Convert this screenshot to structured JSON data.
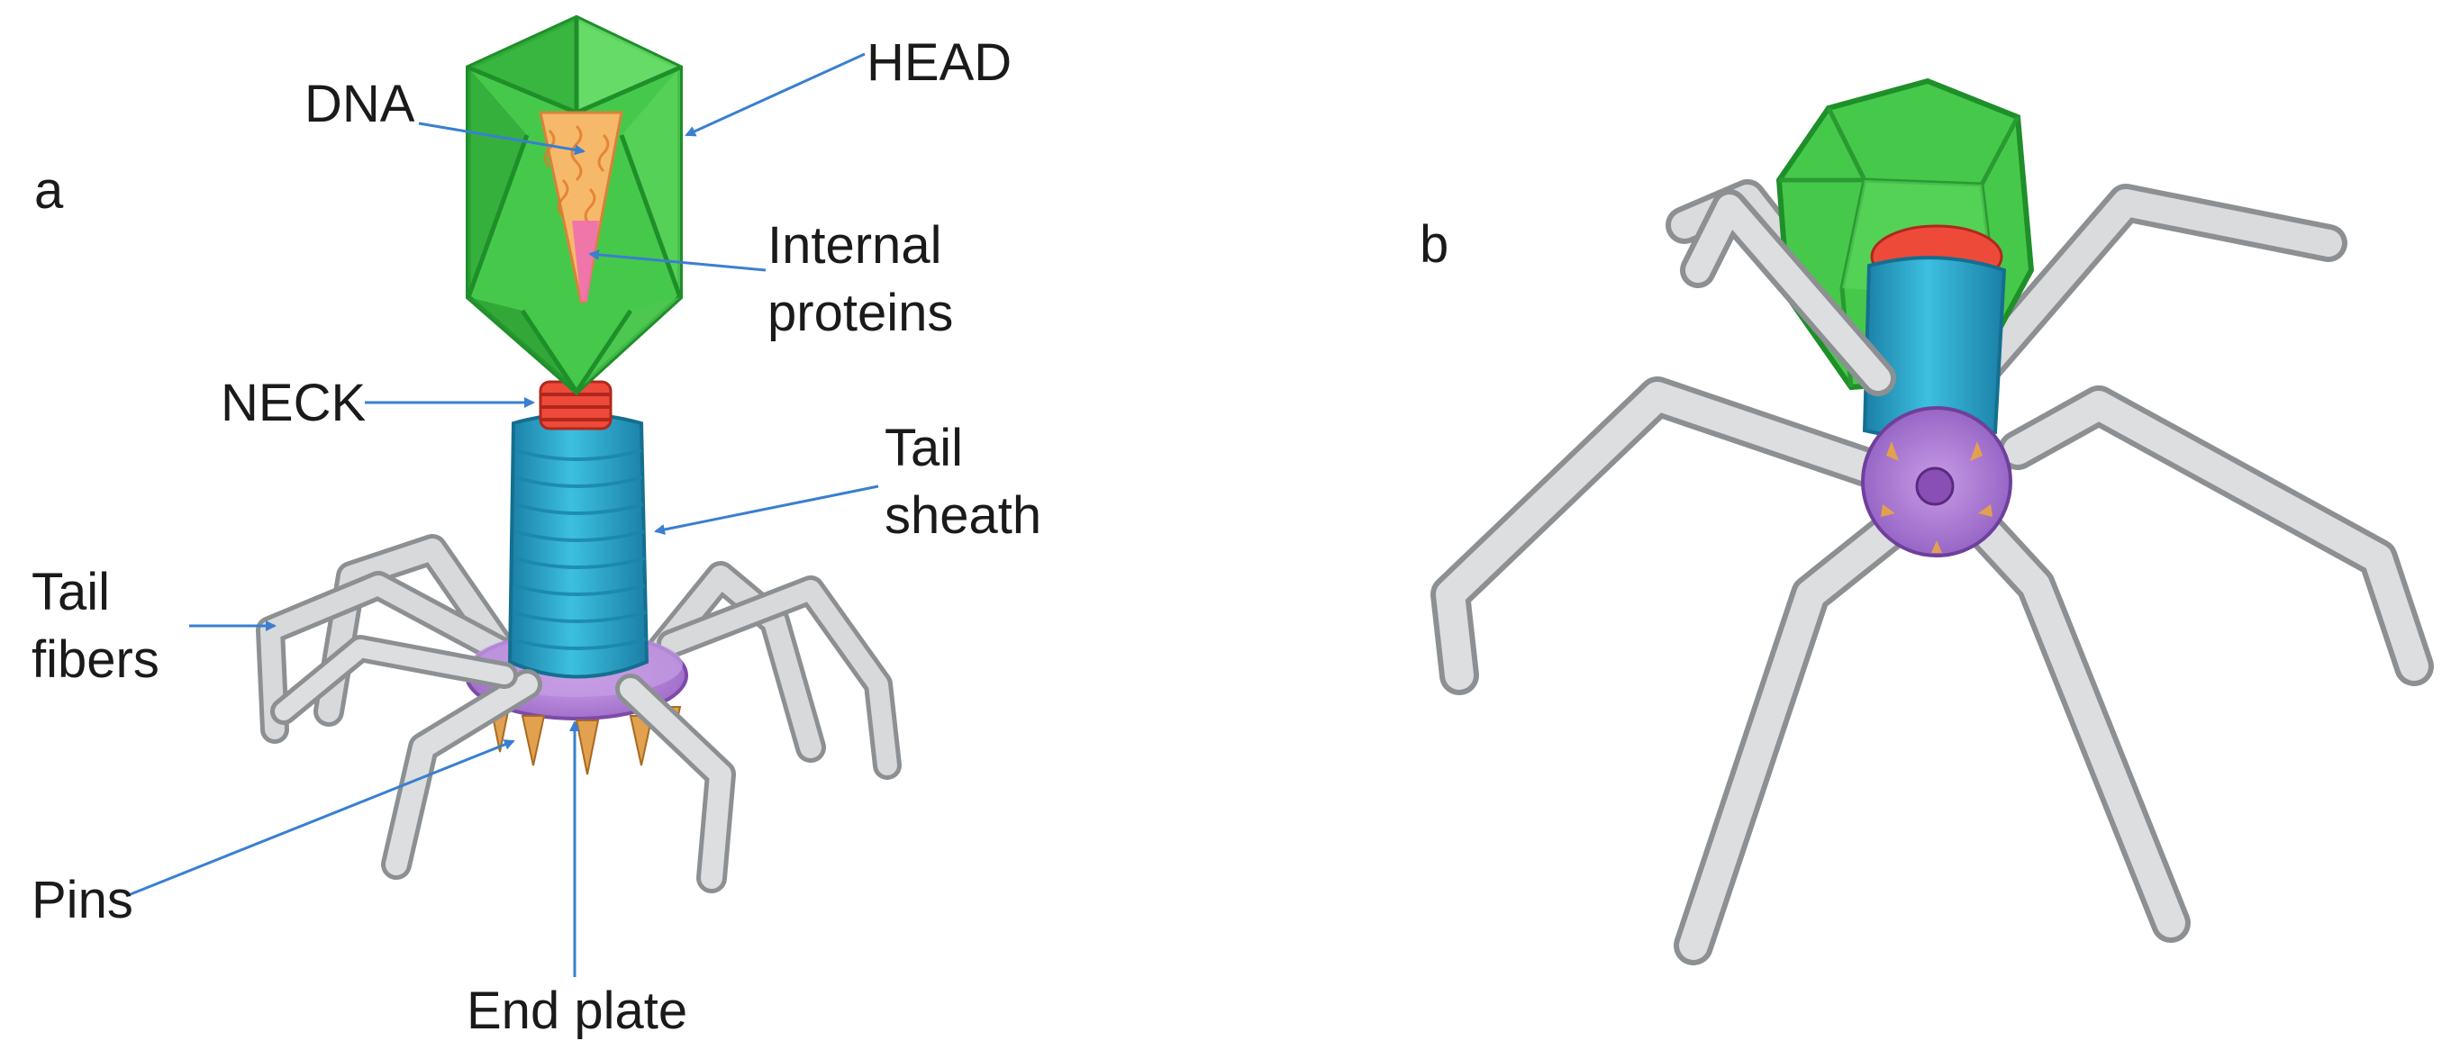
{
  "panel_a": {
    "letter": "a",
    "labels": {
      "dna": "DNA",
      "head": "HEAD",
      "internal_proteins": "Internal\nproteins",
      "neck": "NECK",
      "tail_sheath": "Tail\nsheath",
      "tail_fibers": "Tail\nfibers",
      "pins": "Pins",
      "end_plate": "End plate"
    }
  },
  "panel_b": {
    "letter": "b"
  },
  "colors": {
    "head_green": "#3fc43f",
    "head_green_dark": "#1f8f2a",
    "dna_orange": "#f4b060",
    "protein_pink": "#f070b0",
    "neck_red": "#ee4a3a",
    "sheath_blue": "#2aa8c8",
    "plate_purple": "#b88ad8",
    "fiber_gray": "#c4c6c8",
    "pin_orange": "#e0a050",
    "arrow_blue": "#3a7fd0"
  }
}
